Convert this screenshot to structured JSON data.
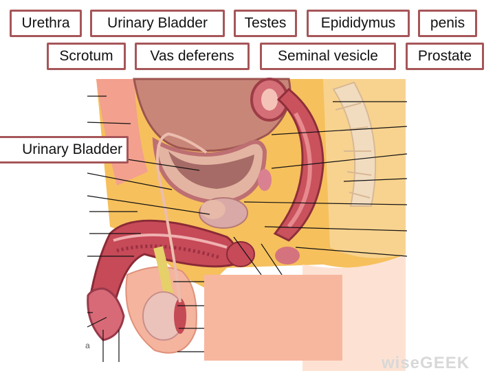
{
  "labels": [
    "Urethra",
    "Urinary Bladder",
    "Testes",
    "Epididymus",
    "penis",
    "Scrotum",
    "Vas deferens",
    "Seminal vesicle",
    "Prostate",
    "Urinary Bladder"
  ],
  "marker_letter": "a",
  "watermark": "wiseGEEK",
  "colors": {
    "box_border": "#a65558",
    "skin": "#f7b79f",
    "fat": "#f6c05d",
    "muscle": "#c6505a",
    "bladder_inner": "#b1706c"
  }
}
